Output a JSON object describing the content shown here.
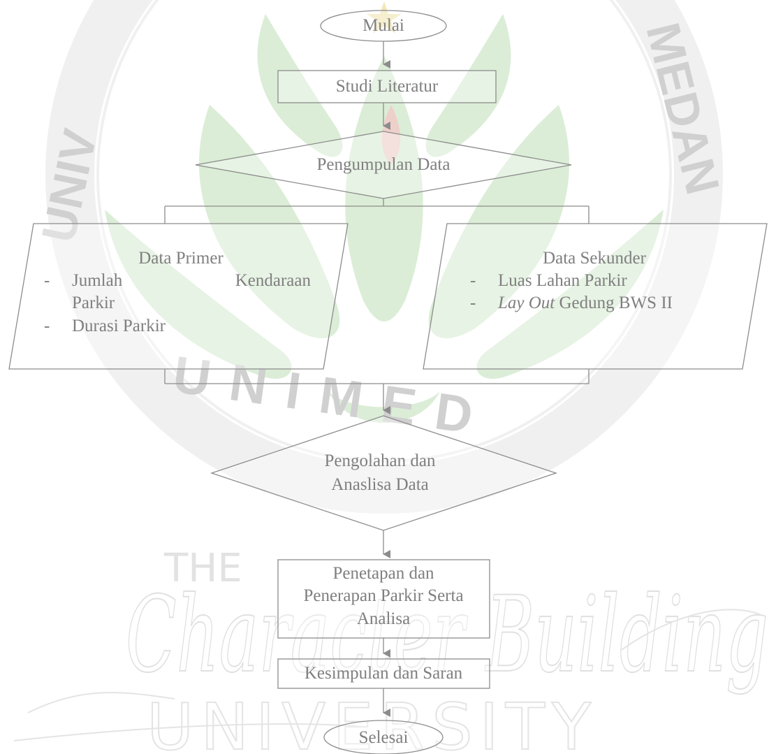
{
  "watermark": {
    "ring_left": "UNIV",
    "ring_right": "MEDAN",
    "ring_bottom": "UNIMED",
    "the_text": "THE",
    "script_text": "Character Building",
    "university_text": "UNIVERSITY",
    "colors": {
      "green": "#c9e3c0",
      "band": "#dcdcdc",
      "flame": "#f4c9c9",
      "gold": "#f3e6b4"
    }
  },
  "flowchart": {
    "start": "Mulai",
    "literature": "Studi Literatur",
    "collection": "Pengumpulan Data",
    "primary": {
      "title": "Data Primer",
      "dash": "-",
      "item1_word1": "Jumlah",
      "item1_word2": "Kendaraan",
      "item1_cont": "Parkir",
      "item2": "Durasi Parkir"
    },
    "secondary": {
      "title": "Data Sekunder",
      "dash": "-",
      "item1": "Luas Lahan Parkir",
      "item2_italic": "Lay Out",
      "item2_rest": " Gedung BWS II"
    },
    "processing": {
      "line1": "Pengolahan dan",
      "line2": "Anaslisa Data"
    },
    "determination": {
      "line1": "Penetapan dan",
      "line2": "Penerapan Parkir Serta",
      "line3": "Analisa"
    },
    "conclusion": "Kesimpulan dan Saran",
    "end": "Selesai",
    "colors": {
      "stroke": "#8c8c8c",
      "text": "#7f7f7f"
    }
  }
}
